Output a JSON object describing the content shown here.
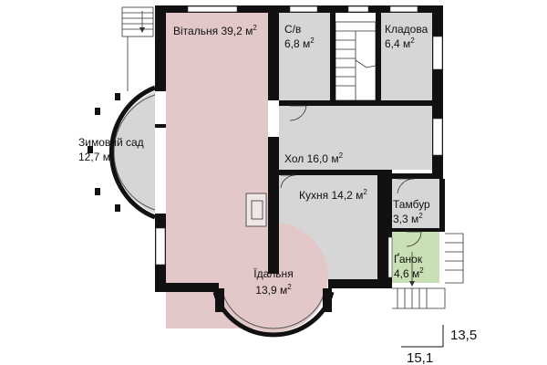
{
  "colors": {
    "wall": "#111111",
    "room_gray": "#d6d6d6",
    "room_pink": "#e2c8c8",
    "room_green": "#c9e0b5",
    "window_white": "#ffffff"
  },
  "rooms": [
    {
      "key": "vitalnia",
      "name": "Вітальня",
      "area": "39,2",
      "unit": "м",
      "power": "2"
    },
    {
      "key": "sv",
      "name": "С/в",
      "area": "6,8",
      "unit": "м",
      "power": "2"
    },
    {
      "key": "kladova",
      "name": "Кладова",
      "area": "6,4",
      "unit": "м",
      "power": "2"
    },
    {
      "key": "zymovyi_sad",
      "name": "Зимовий сад",
      "area": "12,7",
      "unit": "м",
      "power": "2"
    },
    {
      "key": "khol",
      "name": "Хол",
      "area": "16,0",
      "unit": "м",
      "power": "2"
    },
    {
      "key": "kukhnia",
      "name": "Кухня",
      "area": "14,2",
      "unit": "м",
      "power": "2"
    },
    {
      "key": "tambur",
      "name": "Тамбур",
      "area": "3,3",
      "unit": "м",
      "power": "2"
    },
    {
      "key": "ganok",
      "name": "Ґанок",
      "area": "4,6",
      "unit": "м",
      "power": "2"
    },
    {
      "key": "idalnia",
      "name": "Їдальня",
      "area": "13,9",
      "unit": "м",
      "power": "2"
    }
  ],
  "dimensions": {
    "depth": "13,5",
    "width": "15,1"
  }
}
